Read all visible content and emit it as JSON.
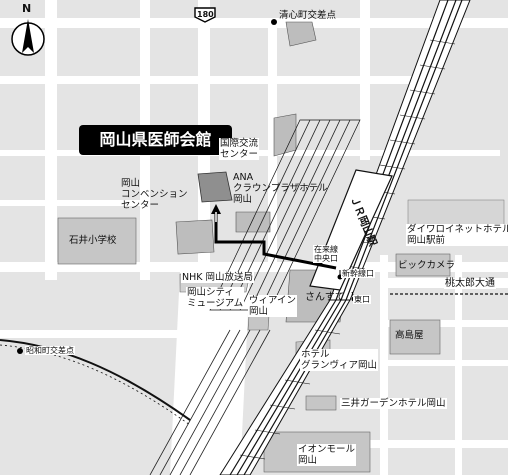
{
  "compass": {
    "north_label": "N"
  },
  "route_badge": "180",
  "title": "岡山県医師会館",
  "intersections": {
    "seishincho": "清心町交差点",
    "showacho": "昭和町交差点"
  },
  "places": {
    "kokusai_koryu": "国際交流\nセンター",
    "convention": "岡山\nコンベンション\nセンター",
    "ana": "ANA\nクラウンプラザホテル\n岡山",
    "ishii_school": "石井小学校",
    "nhk": "NHK 岡山放送局",
    "okayama_city_museum": "岡山シティ\nミュージアム",
    "via_inn": "ヴィアイン\n岡山",
    "sansute": "さんすて",
    "station_name": "ＪＲ岡山駅",
    "zairaisen": "在来線\n中央口",
    "shinkansen": "新幹線口",
    "higashiguchi": "東口",
    "dainy_inn": "ダイワロイネットホテル\n岡山駅前",
    "bic_camera": "ビックカメラ",
    "momotaro": "桃太郎大通",
    "takashimaya": "高島屋",
    "granvia": "ホテル\nグランヴィア岡山",
    "mitsui_garden": "三井ガーデンホテル岡山",
    "aeon": "イオンモール\n岡山"
  },
  "colors": {
    "building": "#c8c8c8",
    "building_dark": "#9e9e9e",
    "road": "#ffffff",
    "block": "#e2e2e2",
    "rail": "#1a1a1a",
    "route": "#000000"
  }
}
